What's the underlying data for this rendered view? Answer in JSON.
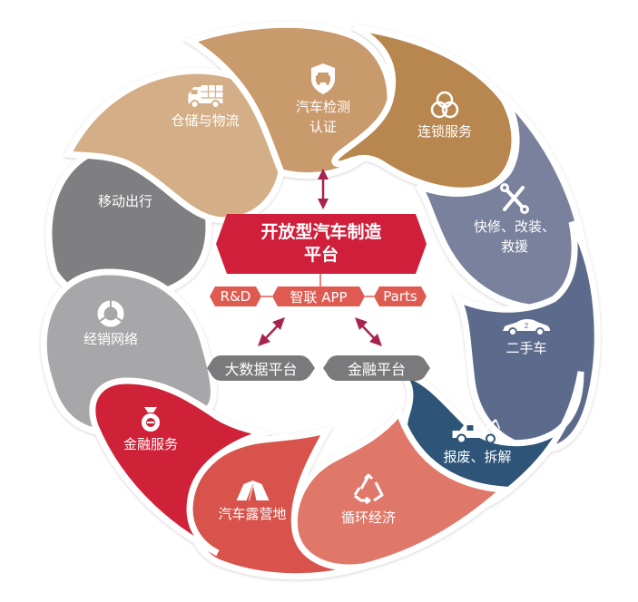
{
  "center": {
    "title_line1": "开放型汽车制造",
    "title_line2": "平台",
    "title_color": "#cf1f3b",
    "sub_tags": [
      {
        "label": "R&D"
      },
      {
        "label": "智联 APP"
      },
      {
        "label": "Parts"
      }
    ],
    "sub_tag_color": "#df5b52",
    "platforms": [
      {
        "label": "大数据平台"
      },
      {
        "label": "金融平台"
      }
    ],
    "platform_color": "#7a7a7c",
    "arrow_color": "#a8234f"
  },
  "segments": [
    {
      "label": "汽车检测\n认证",
      "line1": "汽车检测",
      "line2": "认证",
      "icon": "shield-car-icon",
      "color": "#c99a6c"
    },
    {
      "label": "连锁服务",
      "line1": "连锁服务",
      "line2": "",
      "icon": "interlocking-circles-icon",
      "color": "#b8874f"
    },
    {
      "label": "快修、改装、救援",
      "line1": "快修、改装、",
      "line2": "救援",
      "icon": "wrench-screwdriver-icon",
      "color": "#7a819c"
    },
    {
      "label": "二手车",
      "line1": "二手车",
      "line2": "",
      "icon": "used-car-icon",
      "color": "#5b6a8c"
    },
    {
      "label": "报废、拆解",
      "line1": "报废、拆解",
      "line2": "",
      "icon": "tow-truck-icon",
      "color": "#2e5478"
    },
    {
      "label": "循环经济",
      "line1": "循环经济",
      "line2": "",
      "icon": "recycle-icon",
      "color": "#e0786a"
    },
    {
      "label": "汽车露营地",
      "line1": "汽车露营地",
      "line2": "",
      "icon": "tent-icon",
      "color": "#d8524c"
    },
    {
      "label": "金融服务",
      "line1": "金融服务",
      "line2": "",
      "icon": "money-bag-icon",
      "color": "#cf2138"
    },
    {
      "label": "经销网络",
      "line1": "经销网络",
      "line2": "",
      "icon": "donut-network-icon",
      "color": "#a7a7a9"
    },
    {
      "label": "移动出行",
      "line1": "移动出行",
      "line2": "",
      "icon": "",
      "color": "#7f7f82"
    },
    {
      "label": "仓储与物流",
      "line1": "仓储与物流",
      "line2": "",
      "icon": "delivery-truck-icon",
      "color": "#d4ae86"
    }
  ]
}
